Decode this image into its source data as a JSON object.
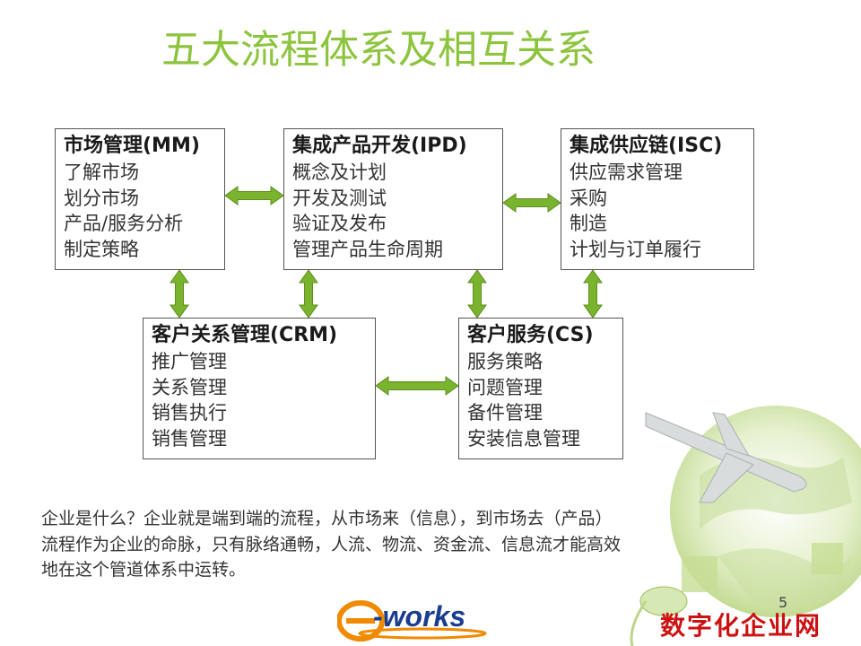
{
  "title": "五大流程体系及相互关系",
  "boxes": {
    "mm": {
      "head": "市场管理(MM)",
      "items": [
        "了解市场",
        "划分市场",
        "产品/服务分析",
        "制定策略"
      ]
    },
    "ipd": {
      "head": "集成产品开发(IPD)",
      "items": [
        "概念及计划",
        "开发及测试",
        "验证及发布",
        "管理产品生命周期"
      ]
    },
    "isc": {
      "head": "集成供应链(ISC)",
      "items": [
        "供应需求管理",
        "采购",
        "制造",
        "计划与订单履行"
      ]
    },
    "crm": {
      "head": "客户关系管理(CRM)",
      "items": [
        "推广管理",
        "关系管理",
        "销售执行",
        "销售管理"
      ]
    },
    "cs": {
      "head": "客户服务(CS)",
      "items": [
        "服务策略",
        "问题管理",
        "备件管理",
        "安装信息管理"
      ]
    }
  },
  "paragraph": [
    "企业是什么？企业就是端到端的流程，从市场来（信息），到市场去（产品）",
    "流程作为企业的命脉，只有脉络通畅，人流、物流、资金流、信息流才能高效",
    "地在这个管道体系中运转。"
  ],
  "page_number": "5",
  "logo_text": "e-works",
  "footer_brand": "数字化企业网",
  "colors": {
    "title": "#8cc43d",
    "arrow": "#7ab32e",
    "brand_red": "#cc1111",
    "logo_orange": "#f08a00",
    "logo_blue": "#1a3d8f"
  }
}
